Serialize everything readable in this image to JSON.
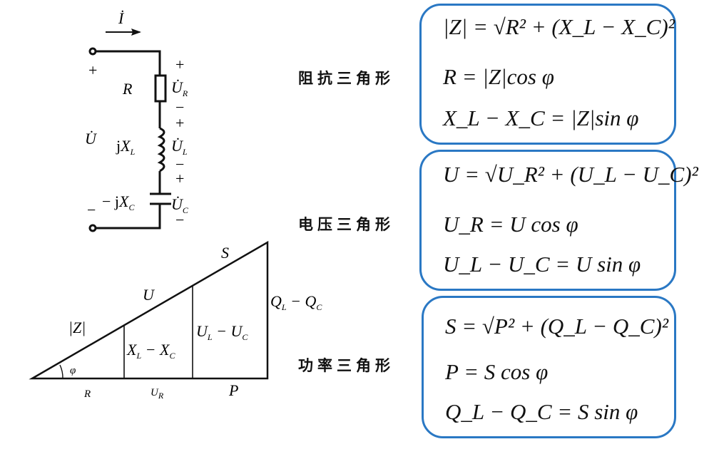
{
  "circuit": {
    "current": "İ",
    "voltage": "U̇",
    "plus": "+",
    "minus": "−",
    "r": "R",
    "ur": "U̇",
    "ur_sub": "R",
    "jxl_pre": "j",
    "jxl_x": "X",
    "jxl_sub": "L",
    "ul": "U̇",
    "ul_sub": "L",
    "jxc_pre": "− j",
    "jxc_x": "X",
    "jxc_sub": "C",
    "uc": "U̇",
    "uc_sub": "C"
  },
  "triangle": {
    "z_label": "|Z|",
    "u_label": "U",
    "s_label": "S",
    "phi": "φ",
    "r_label": "R",
    "ur_label": "U",
    "ur_sub": "R",
    "p_label": "P",
    "xlxc": "X",
    "xl_sub": "L",
    "xc": "X",
    "xc_sub": "C",
    "ulx": "U",
    "ul_sub": "L",
    "ucx": "U",
    "uc_sub": "C",
    "qlx": "Q",
    "ql_sub": "L",
    "qcx": "Q",
    "qc_sub": "C"
  },
  "sections": [
    {
      "title": "阻抗三角形",
      "f1": "|Z| = √R² + (X_L − X_C)²",
      "f2": "R = |Z|cos φ",
      "f3": "X_L − X_C = |Z|sin φ"
    },
    {
      "title": "电压三角形",
      "f1": "U = √U_R² + (U_L − U_C)²",
      "f2": "U_R = U cos φ",
      "f3": "U_L − U_C = U sin φ"
    },
    {
      "title": "功率三角形",
      "f1": "S = √P² + (Q_L − Q_C)²",
      "f2": "P = S cos φ",
      "f3": "Q_L − Q_C = S sin φ"
    }
  ],
  "colors": {
    "box_border": "#2a78c4",
    "ink": "#111111"
  }
}
